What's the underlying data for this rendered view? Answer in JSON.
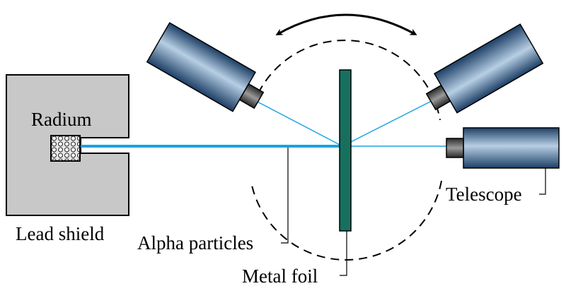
{
  "labels": {
    "radium": "Radium",
    "lead_shield": "Lead shield",
    "alpha_particles": "Alpha particles",
    "metal_foil": "Metal foil",
    "telescope": "Telescope"
  },
  "colors": {
    "shield_fill": "#c8c8c8",
    "beam": "#1aa3e0",
    "foil": "#17705e",
    "telescope_dark": "#1d3f66",
    "telescope_light": "#b7cfe4",
    "eyepiece": "#2a2a2a"
  },
  "icons": {
    "rotation": "double-headed-curved-arrow-icon"
  }
}
